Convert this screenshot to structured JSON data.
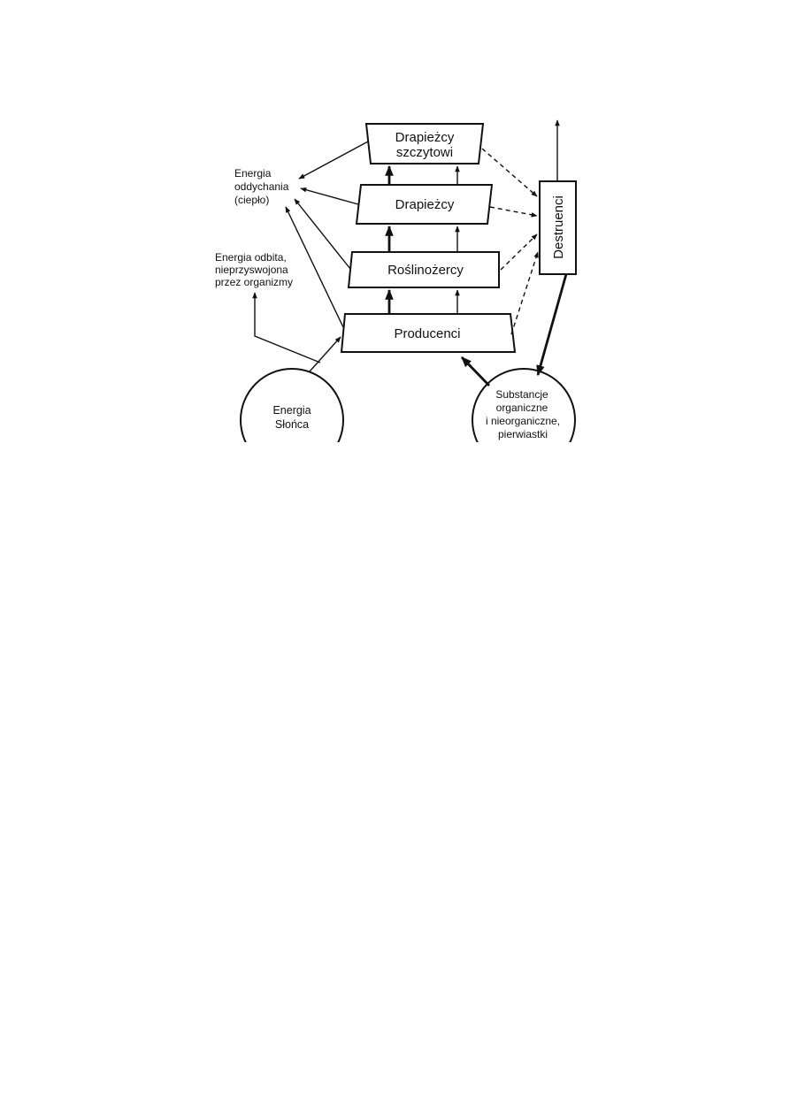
{
  "nodes": {
    "top_predators": {
      "lines": [
        "Drapieżcy",
        "szczytowi"
      ]
    },
    "predators": {
      "lines": [
        "Drapieżcy"
      ]
    },
    "herbivores": {
      "lines": [
        "Roślinożercy"
      ]
    },
    "producers": {
      "lines": [
        "Producenci"
      ]
    },
    "decomposers": {
      "lines": [
        "Destruenci"
      ]
    },
    "sun": {
      "lines": [
        "Energia",
        "Słońca"
      ]
    },
    "substances": {
      "lines": [
        "Substancje",
        "organiczne",
        "i nieorganiczne,",
        "pierwiastki"
      ]
    }
  },
  "labels": {
    "respiration": {
      "lines": [
        "Energia",
        "oddychania",
        "(ciepło)"
      ]
    },
    "reflected": {
      "lines": [
        "Energia odbita,",
        "nieprzyswojona",
        "przez organizmy"
      ]
    }
  }
}
